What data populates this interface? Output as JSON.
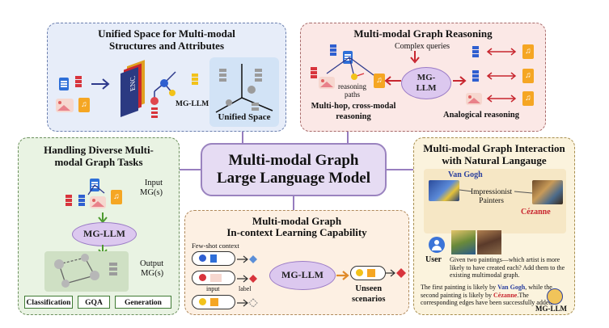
{
  "center": {
    "line1": "Multi-modal Graph",
    "line2": "Large Language Model"
  },
  "panel_unified": {
    "title1": "Unified Space for Multi-modal",
    "title2": "Structures and Attributes",
    "enc": "ENC",
    "mgllm": "MG-LLM",
    "space": "Unified Space"
  },
  "panel_reasoning": {
    "title": "Multi-modal Graph Reasoning",
    "complex": "Complex queries",
    "paths1": "reasoning",
    "paths2": "paths",
    "llm1": "MG-",
    "llm2": "LLM",
    "multihop1": "Multi-hop, cross-modal",
    "multihop2": "reasoning",
    "analogical": "Analogical reasoning"
  },
  "panel_tasks": {
    "title1": "Handling Diverse Multi-",
    "title2": "modal Graph Tasks",
    "input1": "Input",
    "input2": "MG(s)",
    "llm": "MG-LLM",
    "output1": "Output",
    "output2": "MG(s)",
    "tasks": [
      "Classification",
      "GQA",
      "Generation"
    ]
  },
  "panel_incontext": {
    "title1": "Multi-modal Graph",
    "title2": "In-context Learning Capability",
    "fewshot": "Few-shot context",
    "input": "input",
    "label": "label",
    "llm": "MG-LLM",
    "unseen1": "Unseen",
    "unseen2": "scenarios"
  },
  "panel_interaction": {
    "title1": "Multi-modal Graph Interaction",
    "title2": "with Natural Langauge",
    "vangogh": "Van Gogh",
    "impressionist1": "Impressionist",
    "impressionist2": "Painters",
    "cezanne": "Cézanne",
    "user": "User",
    "query": "Given two paintings—which artist is more likely to have created each? Add them to the existing multimodal graph.",
    "answer_a": "The first painting is likely by ",
    "answer_vg": "Van Gogh",
    "answer_b": ", while the second painting is likely by ",
    "answer_cz": "Cézanne",
    "answer_c": ".The corresponding edges have been successfully added.",
    "mgllm": "MG-LLM"
  },
  "colors": {
    "purple_panel": "#e6dcf3",
    "blue_panel": "#e7edf9",
    "red_panel": "#fbe8e6",
    "green_panel": "#e9f3e3",
    "orange_panel": "#fdf0e3",
    "yellow_panel": "#fbf3dd"
  }
}
